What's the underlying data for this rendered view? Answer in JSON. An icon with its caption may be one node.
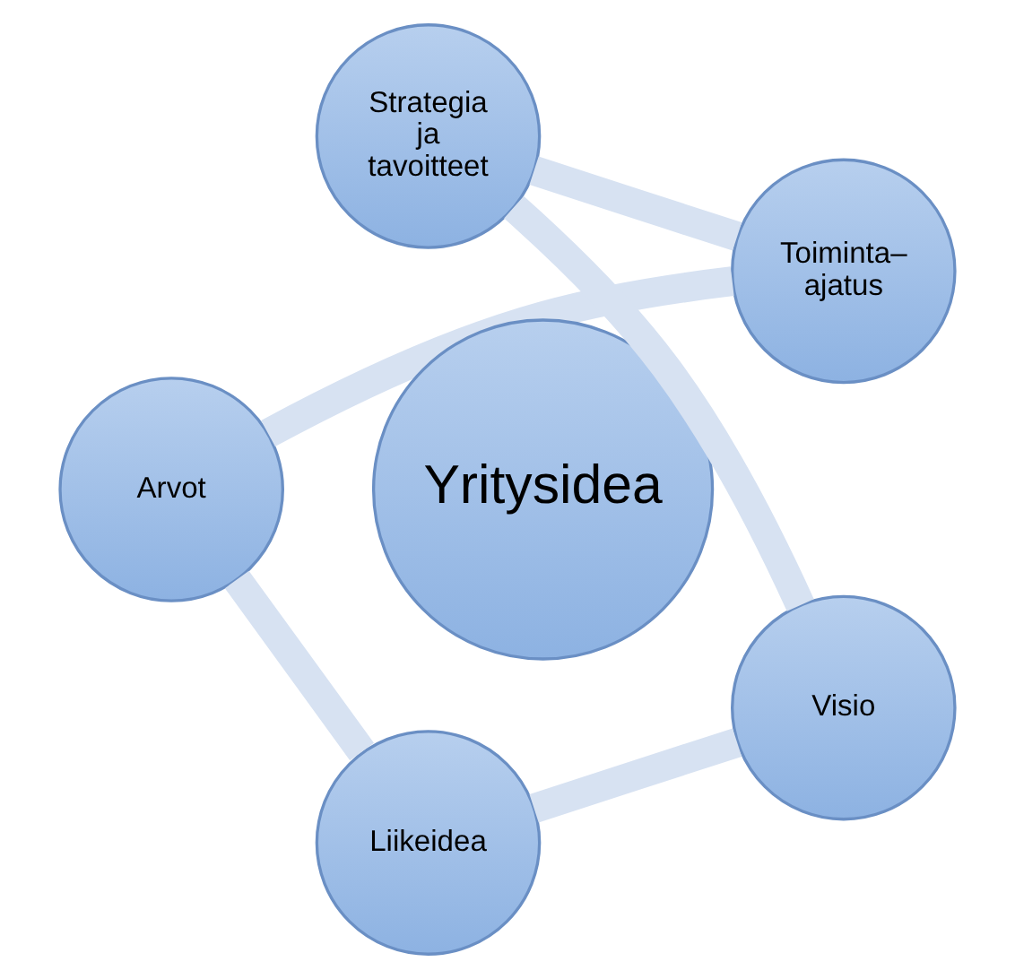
{
  "diagram": {
    "nodes": [
      {
        "text": [
          "Toiminta– ajatus"
        ]
      },
      {
        "text": [
          "Strategia ja tavoitteet"
        ]
      },
      {
        "text": [
          "Arvot"
        ]
      },
      {
        "text": [
          "Yritysidea"
        ]
      },
      {
        "text": [
          "Visio"
        ]
      },
      {
        "text": [
          "Liikeidea"
        ]
      }
    ],
    "edges": [
      {
        "from": 0,
        "to": 2,
        "arrow": "none"
      },
      {
        "from": 2,
        "to": 5,
        "arrow": "none"
      },
      {
        "from": 5,
        "to": 4,
        "arrow": "none"
      },
      {
        "from": 4,
        "to": 1,
        "arrow": "none"
      },
      {
        "from": 1,
        "to": 0,
        "arrow": "none"
      }
    ]
  }
}
